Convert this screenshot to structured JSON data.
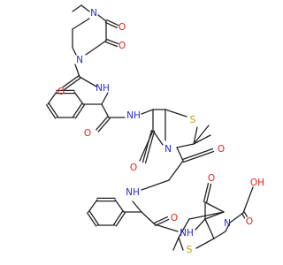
{
  "diagram": {
    "type": "chemical-structure",
    "colors": {
      "carbon": "#222222",
      "nitrogen": "#2a2ad0",
      "oxygen": "#e0241b",
      "sulfur": "#b5a200",
      "background": "#ffffff"
    },
    "atom_labels": [
      {
        "id": "N_pip_top",
        "text": "N",
        "element": "N"
      },
      {
        "id": "O_dk1",
        "text": "O",
        "element": "O"
      },
      {
        "id": "O_dk2",
        "text": "O",
        "element": "O"
      },
      {
        "id": "N_pip_bot",
        "text": "N",
        "element": "N"
      },
      {
        "id": "O_urea",
        "text": "O",
        "element": "O"
      },
      {
        "id": "NH_urea",
        "text": "NH",
        "element": "N"
      },
      {
        "id": "NH_amide1",
        "text": "NH",
        "element": "N"
      },
      {
        "id": "O_amide1",
        "text": "O",
        "element": "O"
      },
      {
        "id": "S_top",
        "text": "S",
        "element": "S"
      },
      {
        "id": "N_lactam1",
        "text": "N",
        "element": "N"
      },
      {
        "id": "O_lactam1",
        "text": "O",
        "element": "O"
      },
      {
        "id": "O_carbox1",
        "text": "O",
        "element": "O"
      },
      {
        "id": "NH_amide2",
        "text": "NH",
        "element": "N"
      },
      {
        "id": "O_amide2",
        "text": "O",
        "element": "O"
      },
      {
        "id": "NH_amide3",
        "text": "NH",
        "element": "N"
      },
      {
        "id": "O_lactam2",
        "text": "O",
        "element": "O"
      },
      {
        "id": "N_lactam2",
        "text": "N",
        "element": "N"
      },
      {
        "id": "OH_acid",
        "text": "OH",
        "element": "O"
      },
      {
        "id": "O_acid",
        "text": "O",
        "element": "O"
      },
      {
        "id": "S_bot",
        "text": "S",
        "element": "S"
      }
    ]
  }
}
